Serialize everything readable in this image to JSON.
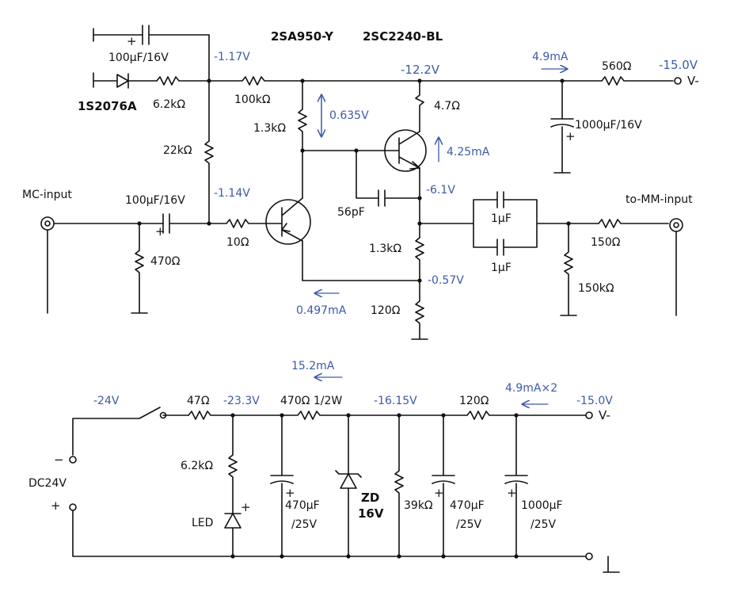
{
  "transistors": {
    "q1": "2SA950-Y",
    "q2": "2SC2240-BL"
  },
  "amp": {
    "c_in_boot": "100μF/16V",
    "diode": "1S2076A",
    "r_diode": "6.2kΩ",
    "v_node1": "-1.17V",
    "r_100k": "100kΩ",
    "v_rail": "-12.2V",
    "i_rail": "4.9mA",
    "r_560": "560Ω",
    "v_supply": "-15.0V",
    "supply_node": "V-",
    "r_4k7": "4.7Ω",
    "r_1k3_top": "1.3kΩ",
    "v_drop": "0.635V",
    "i_q2": "4.25mA",
    "c_1000": "1000μF/16V",
    "r_22k": "22kΩ",
    "v_base": "-1.14V",
    "c_in": "100μF/16V",
    "mc_input": "MC-input",
    "r_10": "10Ω",
    "r_470": "470Ω",
    "c_56p": "56pF",
    "v_out": "-6.1V",
    "c_1u_a": "1μF",
    "c_1u_b": "1μF",
    "mm_input": "to-MM-input",
    "r_150": "150Ω",
    "r_150k": "150kΩ",
    "r_1k3_bot": "1.3kΩ",
    "v_emit": "-0.57V",
    "i_q1": "0.497mA",
    "r_120": "120Ω"
  },
  "psu": {
    "i_total": "15.2mA",
    "v_in": "-24V",
    "r_47": "47Ω",
    "v_node": "-23.3V",
    "r_470": "470Ω 1/2W",
    "v_zener": "-16.15V",
    "r_120": "120Ω",
    "i_out": "4.9mA×2",
    "v_out": "-15.0V",
    "out_node": "V-",
    "minus": "−",
    "dc_label": "DC24V",
    "plus": "+",
    "r_led": "6.2kΩ",
    "led": "LED",
    "c1": "470μF",
    "c1_v": "/25V",
    "zd": "ZD",
    "zd_v": "16V",
    "r_39k": "39kΩ",
    "c2": "470μF",
    "c2_v": "/25V",
    "c3": "1000μF",
    "c3_v": "/25V"
  }
}
